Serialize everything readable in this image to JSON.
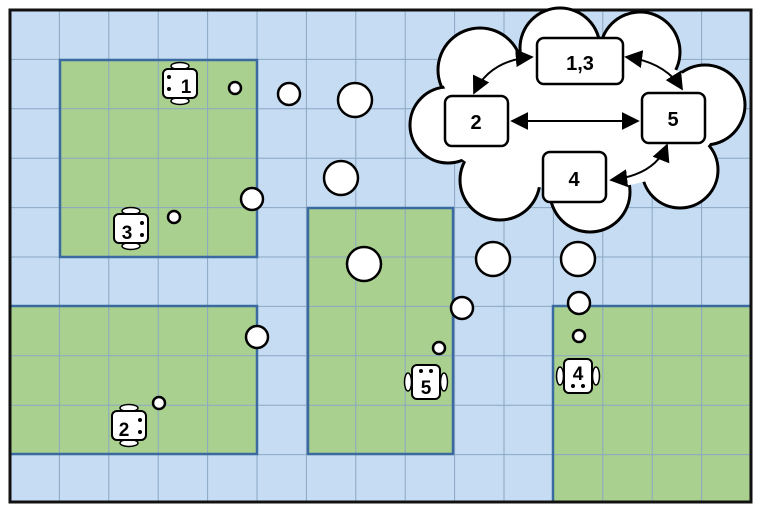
{
  "colors": {
    "water": "#c6dcf2",
    "land": "#a9d08e",
    "grid_line": "#8aa7c4",
    "region_border": "#3b6aa0",
    "frame": "#111111",
    "cloud_fill": "#ffffff",
    "ink": "#000000"
  },
  "graph": {
    "nodes": [
      {
        "id": "n13",
        "label": "1,3"
      },
      {
        "id": "n2",
        "label": "2"
      },
      {
        "id": "n5",
        "label": "5"
      },
      {
        "id": "n4",
        "label": "4"
      }
    ],
    "edges": [
      {
        "from": "n2",
        "to": "n13",
        "direction": "both"
      },
      {
        "from": "n13",
        "to": "n5",
        "direction": "both"
      },
      {
        "from": "n2",
        "to": "n5",
        "direction": "both"
      },
      {
        "from": "n4",
        "to": "n5",
        "direction": "both"
      }
    ]
  },
  "robots": [
    {
      "id": "robot-1",
      "label": "1",
      "orientation": "horizontal"
    },
    {
      "id": "robot-3",
      "label": "3",
      "orientation": "horizontal"
    },
    {
      "id": "robot-2",
      "label": "2",
      "orientation": "horizontal"
    },
    {
      "id": "robot-5",
      "label": "5",
      "orientation": "vertical"
    },
    {
      "id": "robot-4",
      "label": "4",
      "orientation": "vertical"
    }
  ]
}
